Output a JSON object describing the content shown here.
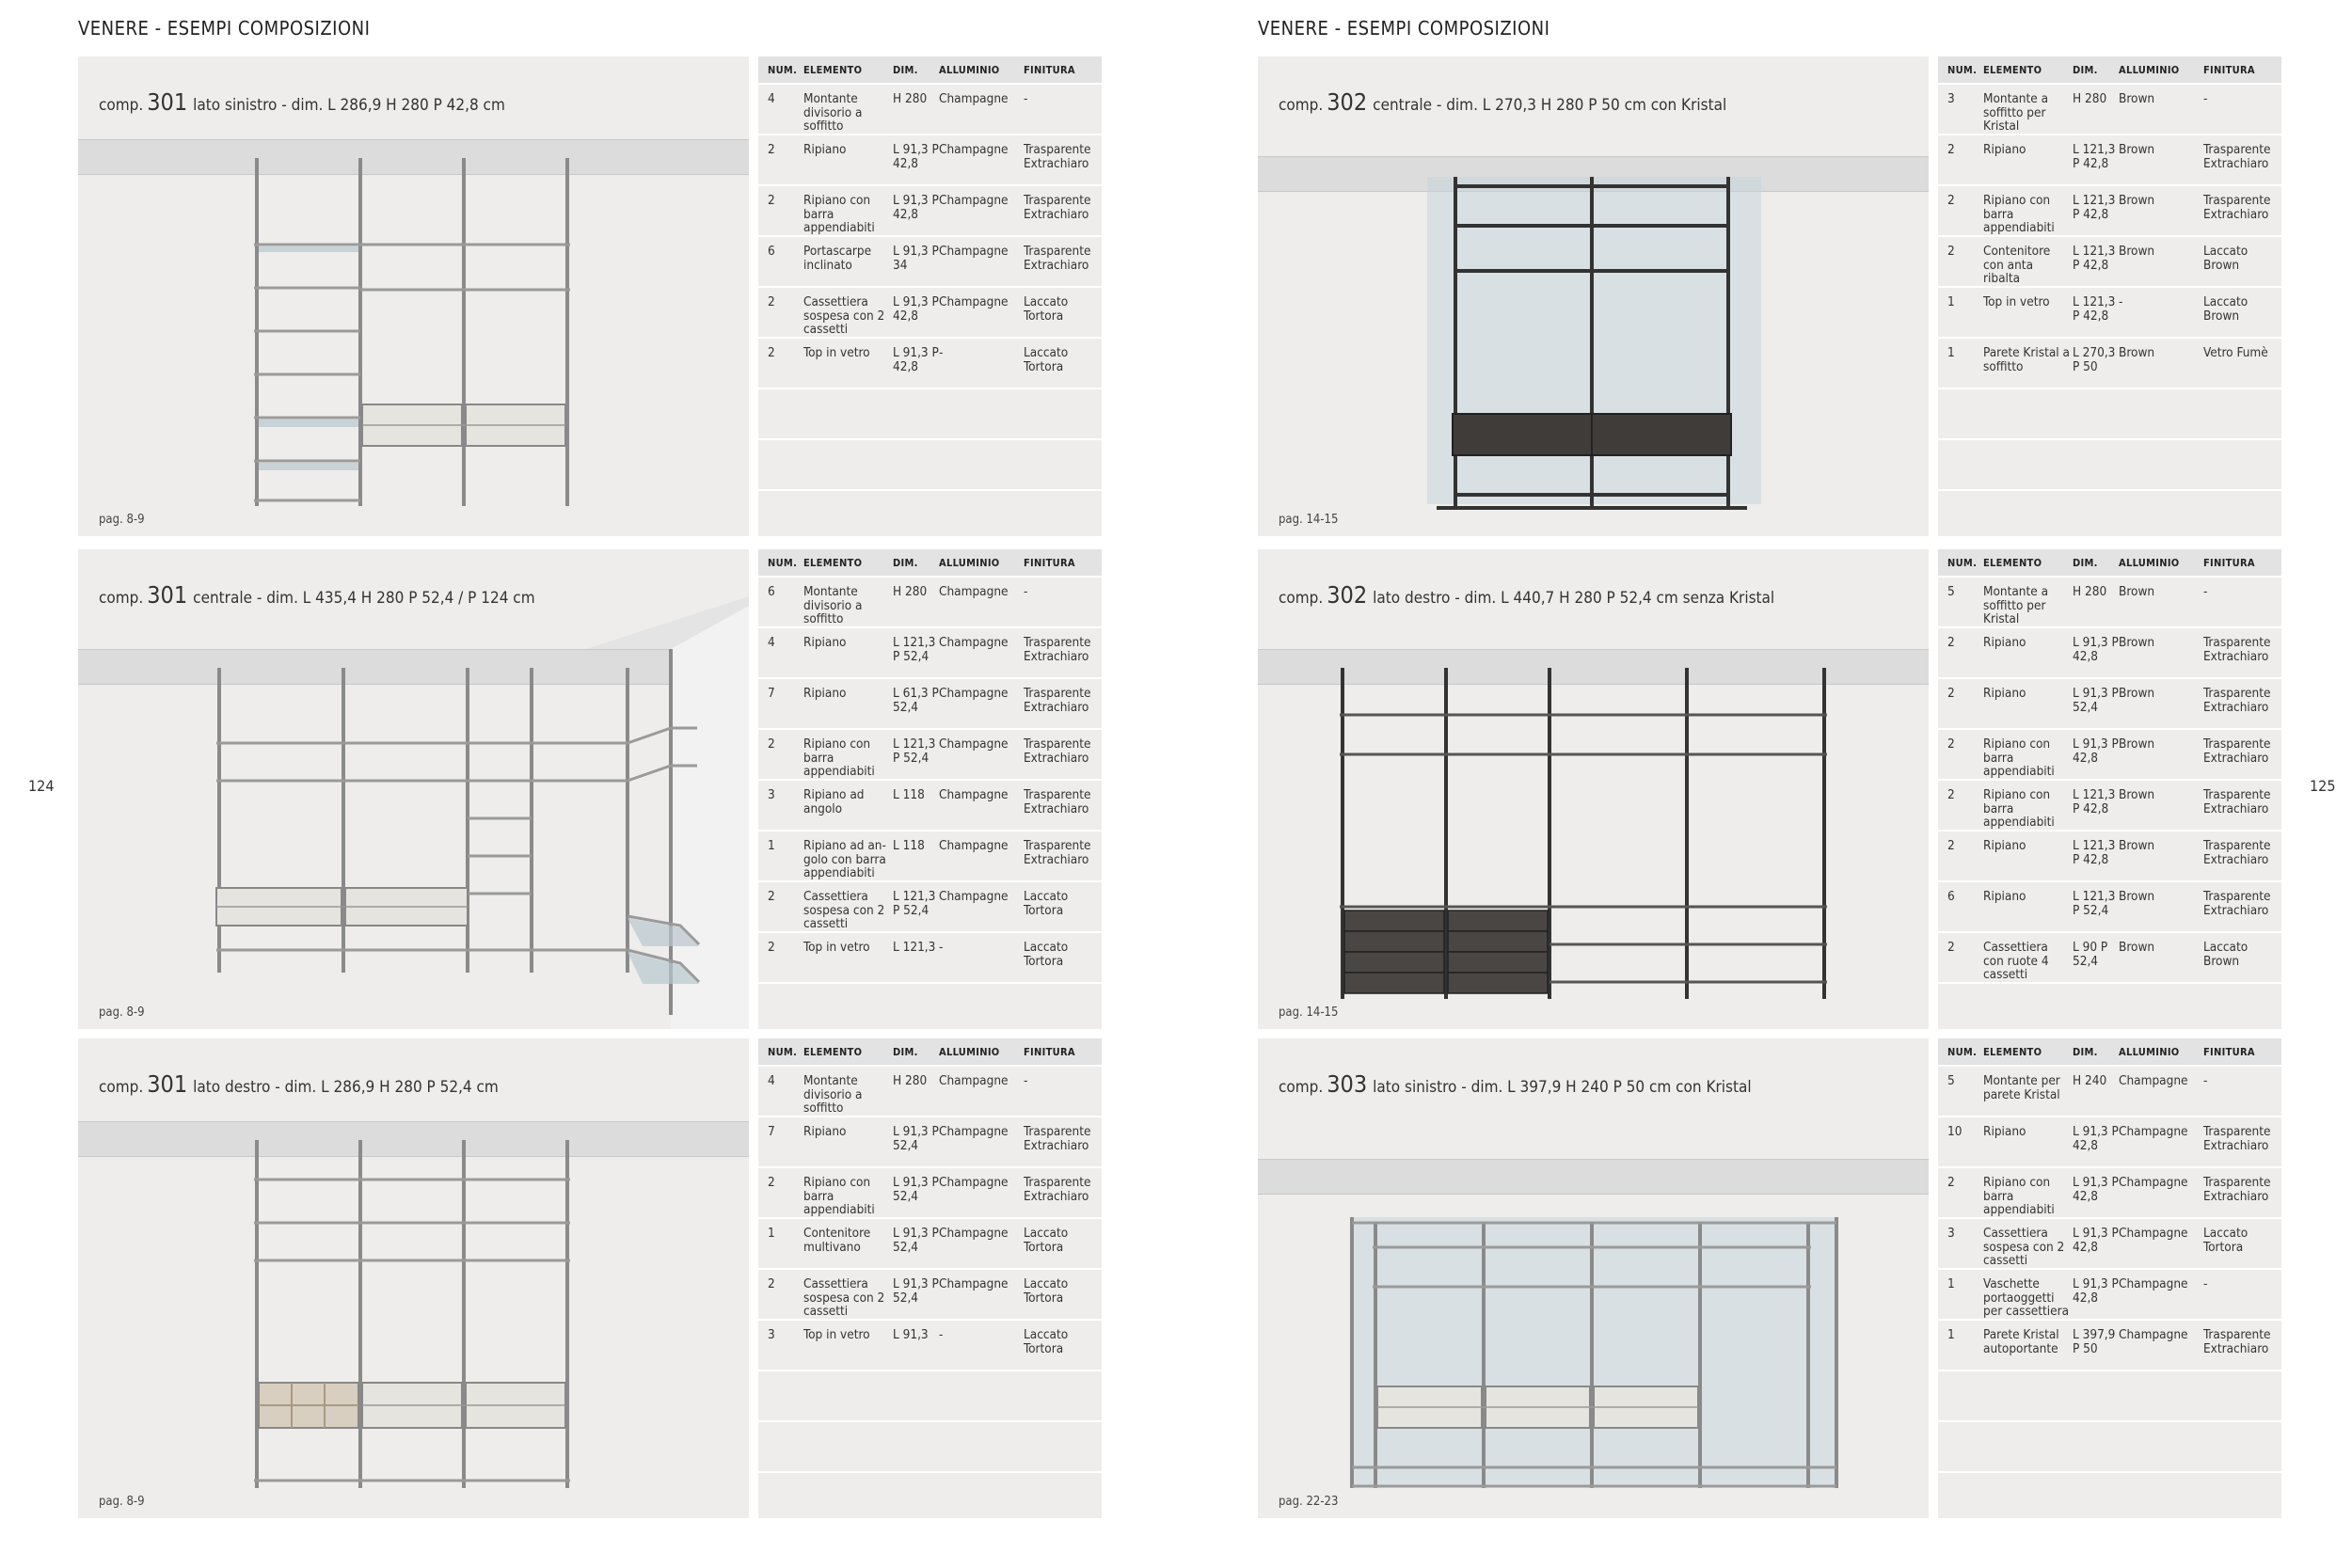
{
  "header_text": "VENERE - ESEMPI  COMPOSIZIONI",
  "page_left": "124",
  "page_right": "125",
  "columns": [
    "NUM.",
    "ELEMENTO",
    "DIM.",
    "ALLUMINIO",
    "FINITURA"
  ],
  "panels": [
    {
      "comp_num": "301",
      "comp_desc": "lato sinistro - dim.  L 286,9  H 280  P 42,8 cm",
      "pag": "pag. 8-9",
      "rows": [
        [
          "4",
          "Montante divisorio a soffitto",
          "H 280",
          "Champagne",
          "-"
        ],
        [
          "2",
          "Ripiano",
          "L 91,3 P 42,8",
          "Champagne",
          "Trasparente Extrachiaro"
        ],
        [
          "2",
          "Ripiano con barra appendiabiti",
          "L 91,3 P 42,8",
          "Champagne",
          "Trasparente Extrachiaro"
        ],
        [
          "6",
          "Portascarpe inclinato",
          "L 91,3 P 34",
          "Champagne",
          "Trasparente Extrachiaro"
        ],
        [
          "2",
          "Cassettiera sospesa con 2 cassetti",
          "L 91,3 P 42,8",
          "Champagne",
          "Laccato Tortora"
        ],
        [
          "2",
          "Top in vetro",
          "L 91,3 P 42,8",
          "-",
          "Laccato Tortora"
        ],
        [
          "",
          "",
          "",
          "",
          ""
        ],
        [
          "",
          "",
          "",
          "",
          ""
        ]
      ]
    },
    {
      "comp_num": "302",
      "comp_desc": "centrale - dim.  L 270,3  H 280  P 50 cm con Kristal",
      "pag": "pag. 14-15",
      "rows": [
        [
          "3",
          "Montante a soffitto per Kristal",
          "H 280",
          "Brown",
          "-"
        ],
        [
          "2",
          "Ripiano",
          "L 121,3 P 42,8",
          "Brown",
          "Trasparente Extrachiaro"
        ],
        [
          "2",
          "Ripiano con barra appendiabiti",
          "L 121,3 P 42,8",
          "Brown",
          "Trasparente Extrachiaro"
        ],
        [
          "2",
          "Contenitore con anta ribalta",
          "L 121,3 P 42,8",
          "Brown",
          "Laccato Brown"
        ],
        [
          "1",
          "Top in vetro",
          "L 121,3 P 42,8",
          "-",
          "Laccato Brown"
        ],
        [
          "1",
          "Parete Kristal a soffitto",
          "L 270,3 P 50",
          "Brown",
          "Vetro Fumè"
        ],
        [
          "",
          "",
          "",
          "",
          ""
        ],
        [
          "",
          "",
          "",
          "",
          ""
        ]
      ]
    },
    {
      "comp_num": "301",
      "comp_desc": "centrale - dim.  L 435,4  H 280  P 52,4 / P 124 cm",
      "pag": "pag. 8-9",
      "rows": [
        [
          "6",
          "Montante divisorio a soffitto",
          "H 280",
          "Champagne",
          "-"
        ],
        [
          "4",
          "Ripiano",
          "L 121,3 P 52,4",
          "Champagne",
          "Trasparente Extrachiaro"
        ],
        [
          "7",
          "Ripiano",
          "L 61,3 P 52,4",
          "Champagne",
          "Trasparente Extrachiaro"
        ],
        [
          "2",
          "Ripiano con barra appendiabiti",
          "L 121,3 P 52,4",
          "Champagne",
          "Trasparente Extrachiaro"
        ],
        [
          "3",
          "Ripiano ad angolo",
          "L 118",
          "Champagne",
          "Trasparente Extrachiaro"
        ],
        [
          "1",
          "Ripiano ad an- golo con barra appendiabiti",
          "L 118",
          "Champagne",
          "Trasparente Extrachiaro"
        ],
        [
          "2",
          "Cassettiera sospesa con 2 cassetti",
          "L 121,3 P 52,4",
          "Champagne",
          "Laccato Tortora"
        ],
        [
          "2",
          "Top in vetro",
          "L 121,3",
          "-",
          "Laccato Tortora"
        ]
      ]
    },
    {
      "comp_num": "302",
      "comp_desc": "lato destro - dim.  L 440,7  H 280  P 52,4 cm senza Kristal",
      "pag": "pag. 14-15",
      "rows": [
        [
          "5",
          "Montante a soffitto per Kristal",
          "H 280",
          "Brown",
          "-"
        ],
        [
          "2",
          "Ripiano",
          "L 91,3 P 42,8",
          "Brown",
          "Trasparente Extrachiaro"
        ],
        [
          "2",
          "Ripiano",
          "L 91,3 P 52,4",
          "Brown",
          "Trasparente Extrachiaro"
        ],
        [
          "2",
          "Ripiano con barra appendiabiti",
          "L 91,3 P 42,8",
          "Brown",
          "Trasparente Extrachiaro"
        ],
        [
          "2",
          "Ripiano con barra appendiabiti",
          "L 121,3 P 42,8",
          "Brown",
          "Trasparente Extrachiaro"
        ],
        [
          "2",
          "Ripiano",
          "L 121,3 P 42,8",
          "Brown",
          "Trasparente Extrachiaro"
        ],
        [
          "6",
          "Ripiano",
          "L 121,3 P 52,4",
          "Brown",
          "Trasparente Extrachiaro"
        ],
        [
          "2",
          "Cassettiera con ruote 4 cassetti",
          "L 90 P 52,4",
          "Brown",
          "Laccato Brown"
        ]
      ]
    },
    {
      "comp_num": "301",
      "comp_desc": "lato destro - dim.  L 286,9  H 280  P 52,4 cm",
      "pag": "pag. 8-9",
      "rows": [
        [
          "4",
          "Montante divisorio a soffitto",
          "H 280",
          "Champagne",
          "-"
        ],
        [
          "7",
          "Ripiano",
          "L 91,3 P 52,4",
          "Champagne",
          "Trasparente Extrachiaro"
        ],
        [
          "2",
          "Ripiano con barra appendiabiti",
          "L 91,3 P 52,4",
          "Champagne",
          "Trasparente Extrachiaro"
        ],
        [
          "1",
          "Contenitore multivano",
          "L 91,3 P 52,4",
          "Champagne",
          "Laccato Tortora"
        ],
        [
          "2",
          "Cassettiera sospesa con 2 cassetti",
          "L 91,3 P 52,4",
          "Champagne",
          "Laccato Tortora"
        ],
        [
          "3",
          "Top in vetro",
          "L 91,3",
          "-",
          "Laccato Tortora"
        ],
        [
          "",
          "",
          "",
          "",
          ""
        ],
        [
          "",
          "",
          "",
          "",
          ""
        ]
      ]
    },
    {
      "comp_num": "303",
      "comp_desc": "lato sinistro - dim.  L 397,9  H 240  P 50 cm con Kristal",
      "pag": "pag. 22-23",
      "rows": [
        [
          "5",
          "Montante per parete Kristal",
          "H 240",
          "Champagne",
          "-"
        ],
        [
          "10",
          "Ripiano",
          "L 91,3 P 42,8",
          "Champagne",
          "Trasparente Extrachiaro"
        ],
        [
          "2",
          "Ripiano con barra appendiabiti",
          "L 91,3 P 42,8",
          "Champagne",
          "Trasparente Extrachiaro"
        ],
        [
          "3",
          "Cassettiera sospesa con 2 cassetti",
          "L 91,3 P 42,8",
          "Champagne",
          "Laccato Tortora"
        ],
        [
          "1",
          "Vaschette portaoggetti per cassettiera",
          "L 91,3 P 42,8",
          "Champagne",
          "-"
        ],
        [
          "1",
          "Parete Kristal autoportante",
          "L 397,9 P 50",
          "Champagne",
          "Trasparente Extrachiaro"
        ],
        [
          "",
          "",
          "",
          "",
          ""
        ],
        [
          "",
          "",
          "",
          "",
          ""
        ]
      ]
    }
  ]
}
